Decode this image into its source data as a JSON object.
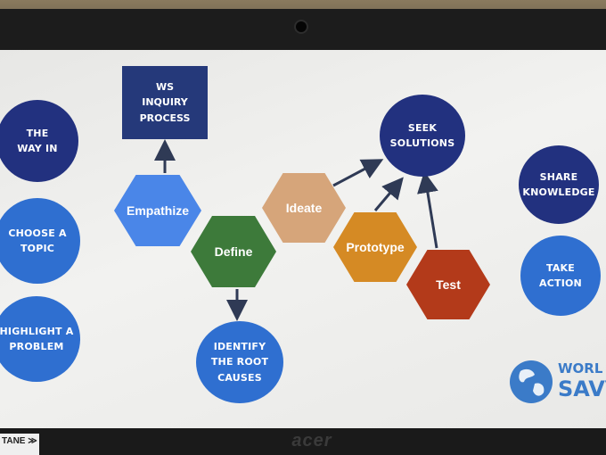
{
  "diagram": {
    "title_box": "WS\nINQUIRY\nPROCESS",
    "left_circles": [
      "THE\nWAY IN",
      "CHOOSE A\nTOPIC",
      "HIGHLIGHT A\nPROBLEM"
    ],
    "right_circles": [
      "SHARE\nKNOWLEDGE",
      "TAKE\nACTION"
    ],
    "seek": "SEEK\nSOLUTIONS",
    "root": "IDENTIFY\nTHE ROOT\nCAUSES",
    "hexagons": {
      "empathize": "Empathize",
      "define": "Define",
      "ideate": "Ideate",
      "prototype": "Prototype",
      "test": "Test"
    },
    "logo": {
      "line1": "WORL",
      "line2": "SAVV"
    }
  },
  "laptop": {
    "brand": "acer",
    "sticker": "TANE ≫"
  },
  "colors": {
    "navy": "#22317f",
    "blue": "#2f6fd0",
    "empathize": "#4a86e8",
    "define": "#3d7a3a",
    "ideate": "#d6a57a",
    "prototype": "#d58a24",
    "test": "#b33a1a"
  }
}
